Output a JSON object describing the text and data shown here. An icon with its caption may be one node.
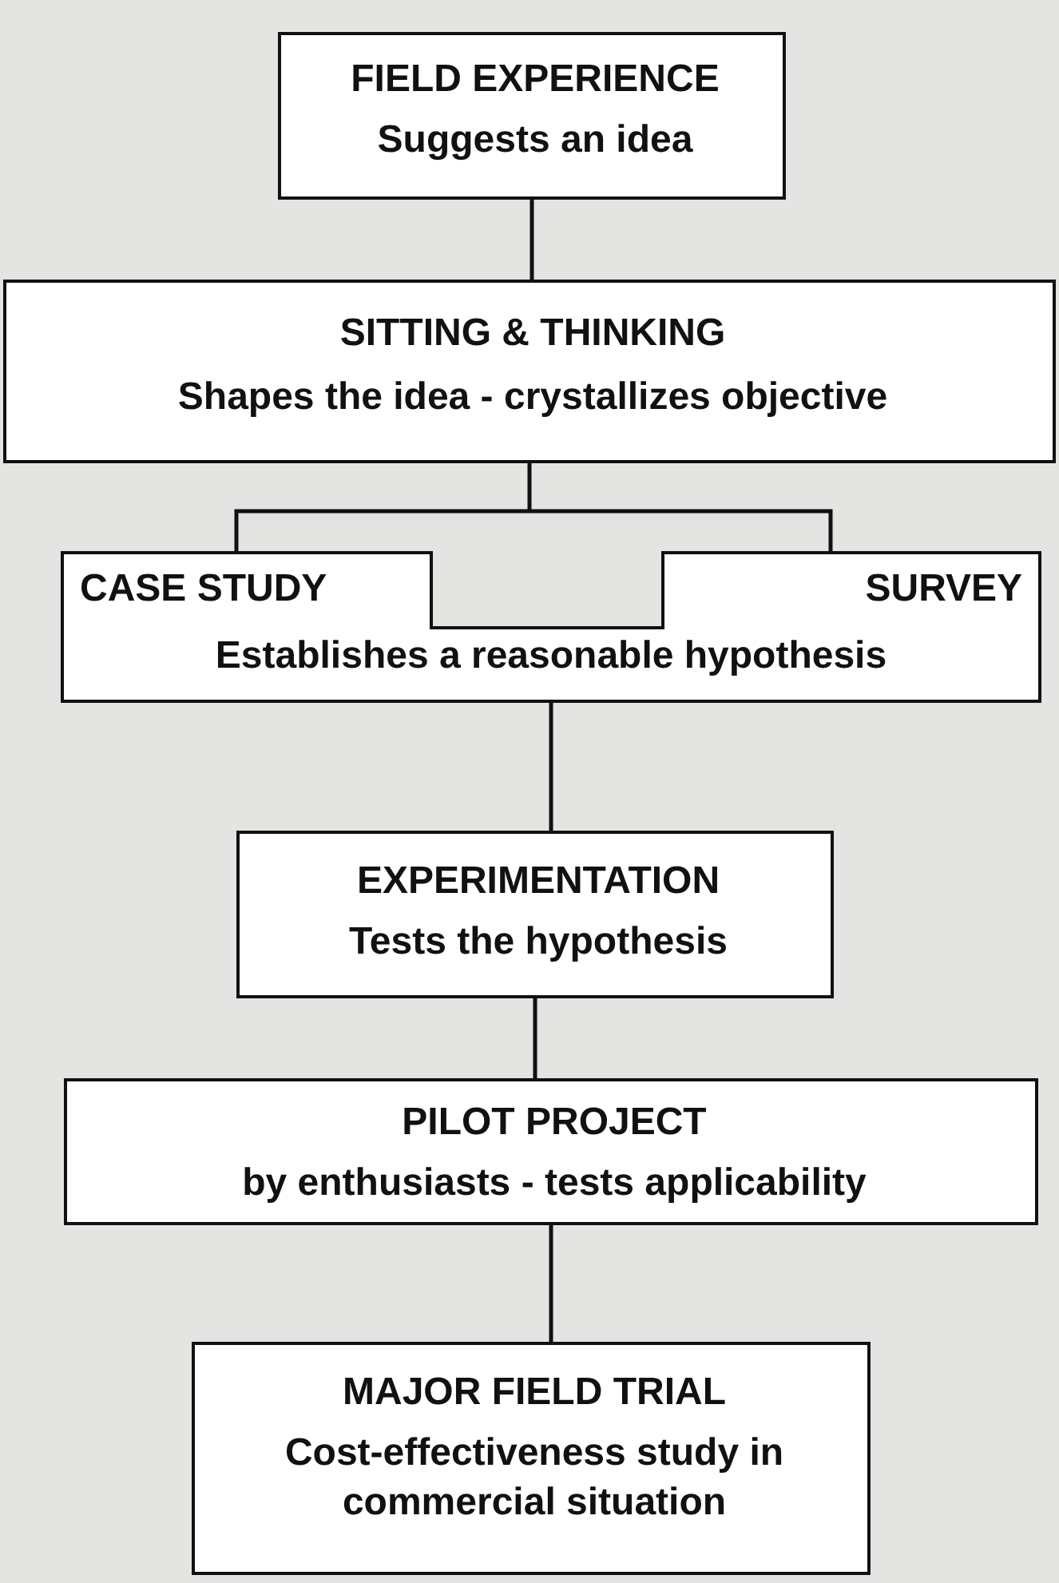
{
  "diagram": {
    "nodes": [
      {
        "text": [
          "FIELD EXPERIENCE",
          "Suggests an idea"
        ]
      },
      {
        "text": [
          "SITTING & THINKING",
          "Shapes the idea - crystallizes objective"
        ]
      },
      {
        "text": [
          "CASE STUDY",
          "SURVEY",
          "Establishes a reasonable hypothesis"
        ]
      },
      {
        "text": [
          "EXPERIMENTATION",
          "Tests the hypothesis"
        ]
      },
      {
        "text": [
          "PILOT PROJECT",
          "by enthusiasts - tests applicability"
        ]
      },
      {
        "text": [
          "MAJOR FIELD TRIAL",
          "Cost-effectiveness study in commercial situation"
        ]
      }
    ],
    "edges": [
      {
        "from": 0,
        "to": 1,
        "arrow": "none"
      },
      {
        "from": 1,
        "to": 2,
        "arrow": "none"
      },
      {
        "from": 2,
        "to": 3,
        "arrow": "none"
      },
      {
        "from": 3,
        "to": 4,
        "arrow": "none"
      },
      {
        "from": 4,
        "to": 5,
        "arrow": "none"
      }
    ]
  }
}
